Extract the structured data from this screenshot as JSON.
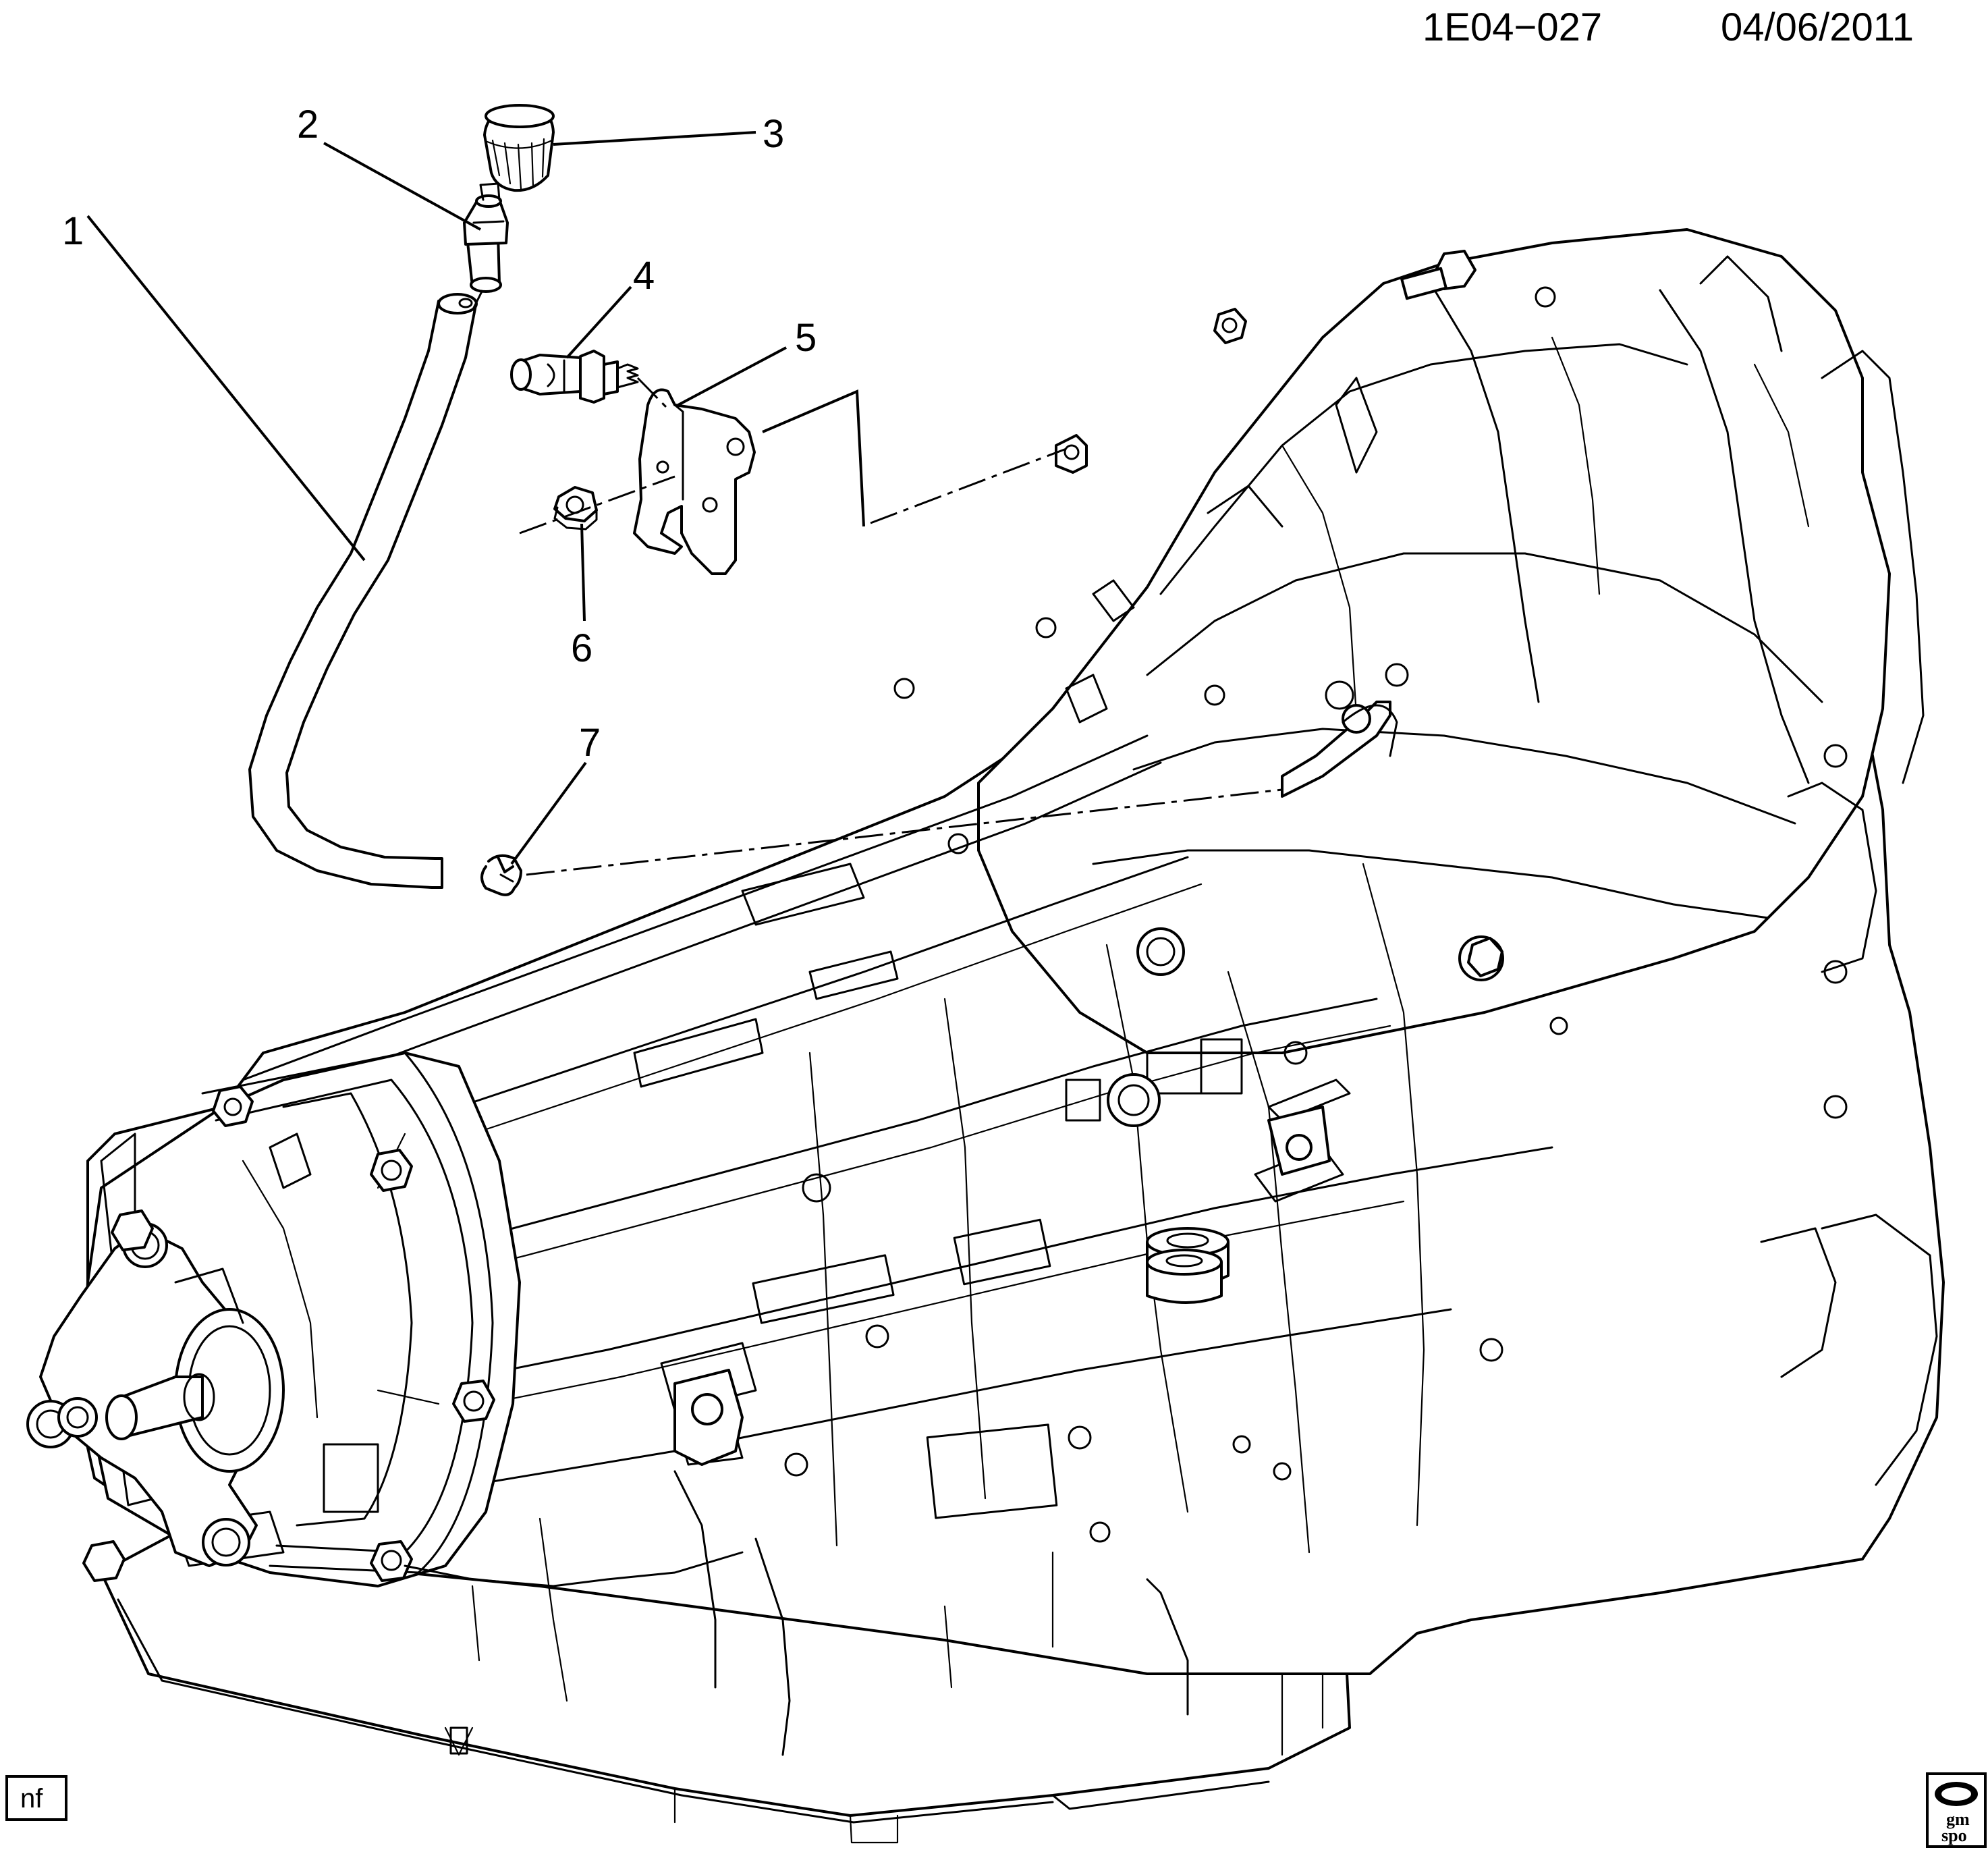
{
  "header": {
    "illustration_id": "1E04−027",
    "date": "04/06/2011"
  },
  "callouts": [
    "1",
    "2",
    "3",
    "4",
    "5",
    "6",
    "7"
  ],
  "footer": {
    "tag": "nf",
    "logo_text_top": "gm",
    "logo_text_bottom": "spo"
  }
}
